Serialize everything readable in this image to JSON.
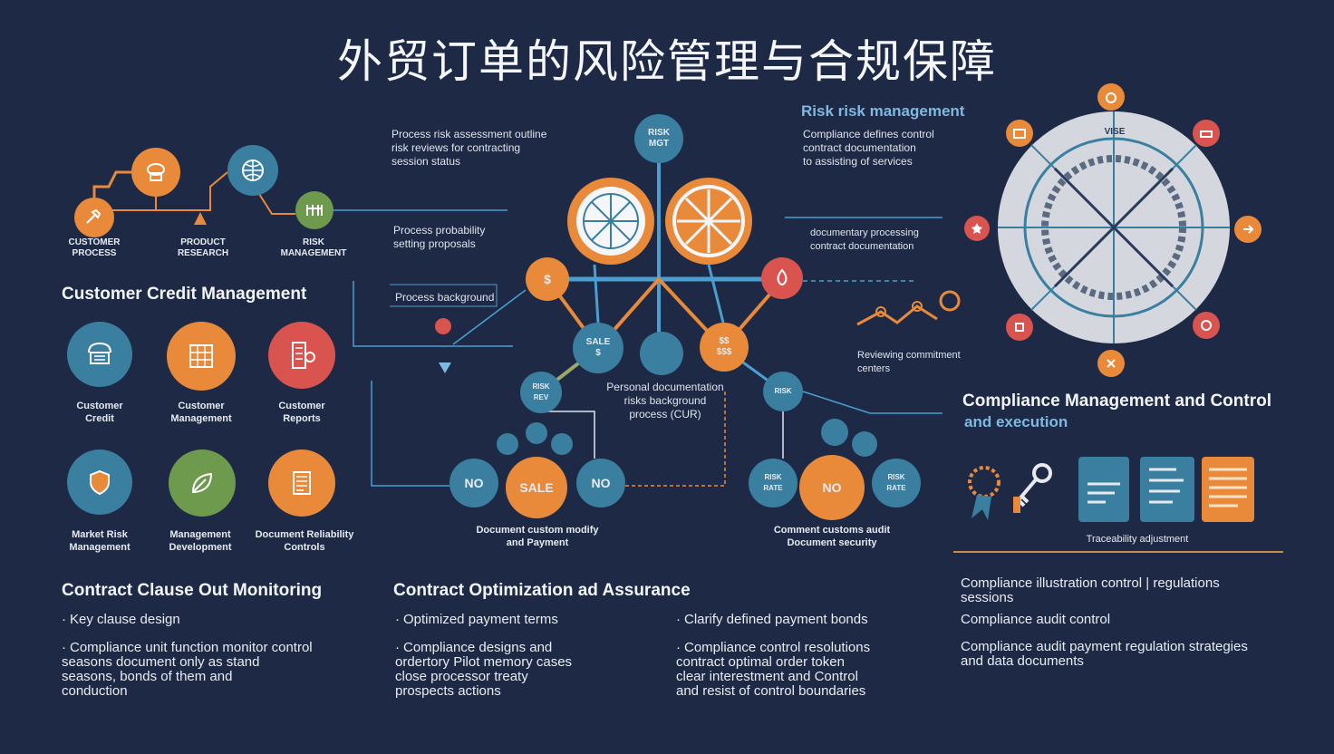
{
  "title": "外贸订单的风险管理与合规保障",
  "colors": {
    "background": "#1e2a45",
    "orange": "#e88a3a",
    "teal": "#3a7fa0",
    "red": "#d9534f",
    "green": "#6e9a4e",
    "line": "#4a9fd0",
    "gold": "#c98a4a"
  },
  "top_left": {
    "nodes": [
      {
        "label": "CUSTOMER\nPROCESS",
        "icon": "tools-icon",
        "color": "orange"
      },
      {
        "label": "PRODUCT\nRESEARCH",
        "icon": "bread-icon",
        "color": "orange"
      },
      {
        "label": "",
        "icon": "globe-icon",
        "color": "teal"
      },
      {
        "label": "RISK\nMANAGEMENT",
        "icon": "barrier-icon",
        "color": "green"
      }
    ]
  },
  "credit": {
    "heading": "Customer Credit Management",
    "items": [
      {
        "label": "Customer\nCredit",
        "icon": "server-icon",
        "color": "teal"
      },
      {
        "label": "Customer\nManagement",
        "icon": "building-icon",
        "color": "orange"
      },
      {
        "label": "Customer\nReports",
        "icon": "report-icon",
        "color": "red"
      },
      {
        "label": "Market Risk\nManagement",
        "icon": "shield-icon",
        "color": "teal"
      },
      {
        "label": "Management\nDevelopment",
        "icon": "leaf-icon",
        "color": "green"
      },
      {
        "label": "Document Reliability\nControls",
        "icon": "document-icon",
        "color": "orange"
      }
    ]
  },
  "center": {
    "note_top": "Process risk assessment outline\nrisk reviews for contracting\nsession status",
    "note_mid": "Process probability\nsetting proposals",
    "note_box": "Process background",
    "top_node": "RISK\nMGT",
    "node_left_label": "$",
    "node_bottom_left": "SALE\n$",
    "node_bottom_right": "$$\n$$$",
    "node_small_left": "RISK\nREV",
    "node_small_right": "RISK",
    "center_text": "Personal documentation\nrisks background\nprocess (CUR)",
    "left_cluster": {
      "left": "NO",
      "mid": "SALE",
      "right": "NO",
      "caption": "Document custom modify\nand Payment"
    },
    "right_cluster": {
      "left": "RISK\nRATE",
      "mid": "NO",
      "right": "RISK\nRATE",
      "caption": "Comment customs audit\nDocument security"
    }
  },
  "right": {
    "heading": "Risk risk management",
    "note1": "Compliance defines control\ncontract documentation\nto assisting of services",
    "note2": "documentary processing\ncontract documentation",
    "note3": "Reviewing commitment\ncenters",
    "wheel_label": "VISE",
    "wheel_icons": [
      "money-bag-icon",
      "wallet-icon",
      "car-icon",
      "lock-icon",
      "fire-icon",
      "globe-icon",
      "bank-icon",
      "gear-icon"
    ]
  },
  "compliance": {
    "heading": "Compliance Management and Control",
    "subheading": "and execution",
    "icons": [
      "medal-icon",
      "key-icon",
      "panel-icon",
      "checklist-icon",
      "notes-icon"
    ],
    "caption": "Traceability adjustment"
  },
  "bottom": {
    "col1": {
      "heading": "Contract Clause Out Monitoring",
      "bullets": [
        "Key clause design",
        "Compliance unit function monitor control\nseasons document only as stand\nseasons, bonds of them and\nconduction"
      ]
    },
    "col2": {
      "heading": "Contract Optimization ad Assurance",
      "bullets": [
        "Optimized payment terms",
        "Compliance designs and\nordertory Pilot memory cases\nclose processor treaty\nprospects actions"
      ]
    },
    "col3": {
      "bullets": [
        "Clarify defined payment bonds",
        "Compliance control resolutions\ncontract optimal order token\nclear interestment and Control\nand resist of control boundaries"
      ]
    },
    "col4": {
      "lines": [
        "Compliance illustration control | regulations\nsessions",
        "Compliance audit control",
        "Compliance audit payment regulation strategies\nand data documents"
      ]
    }
  }
}
